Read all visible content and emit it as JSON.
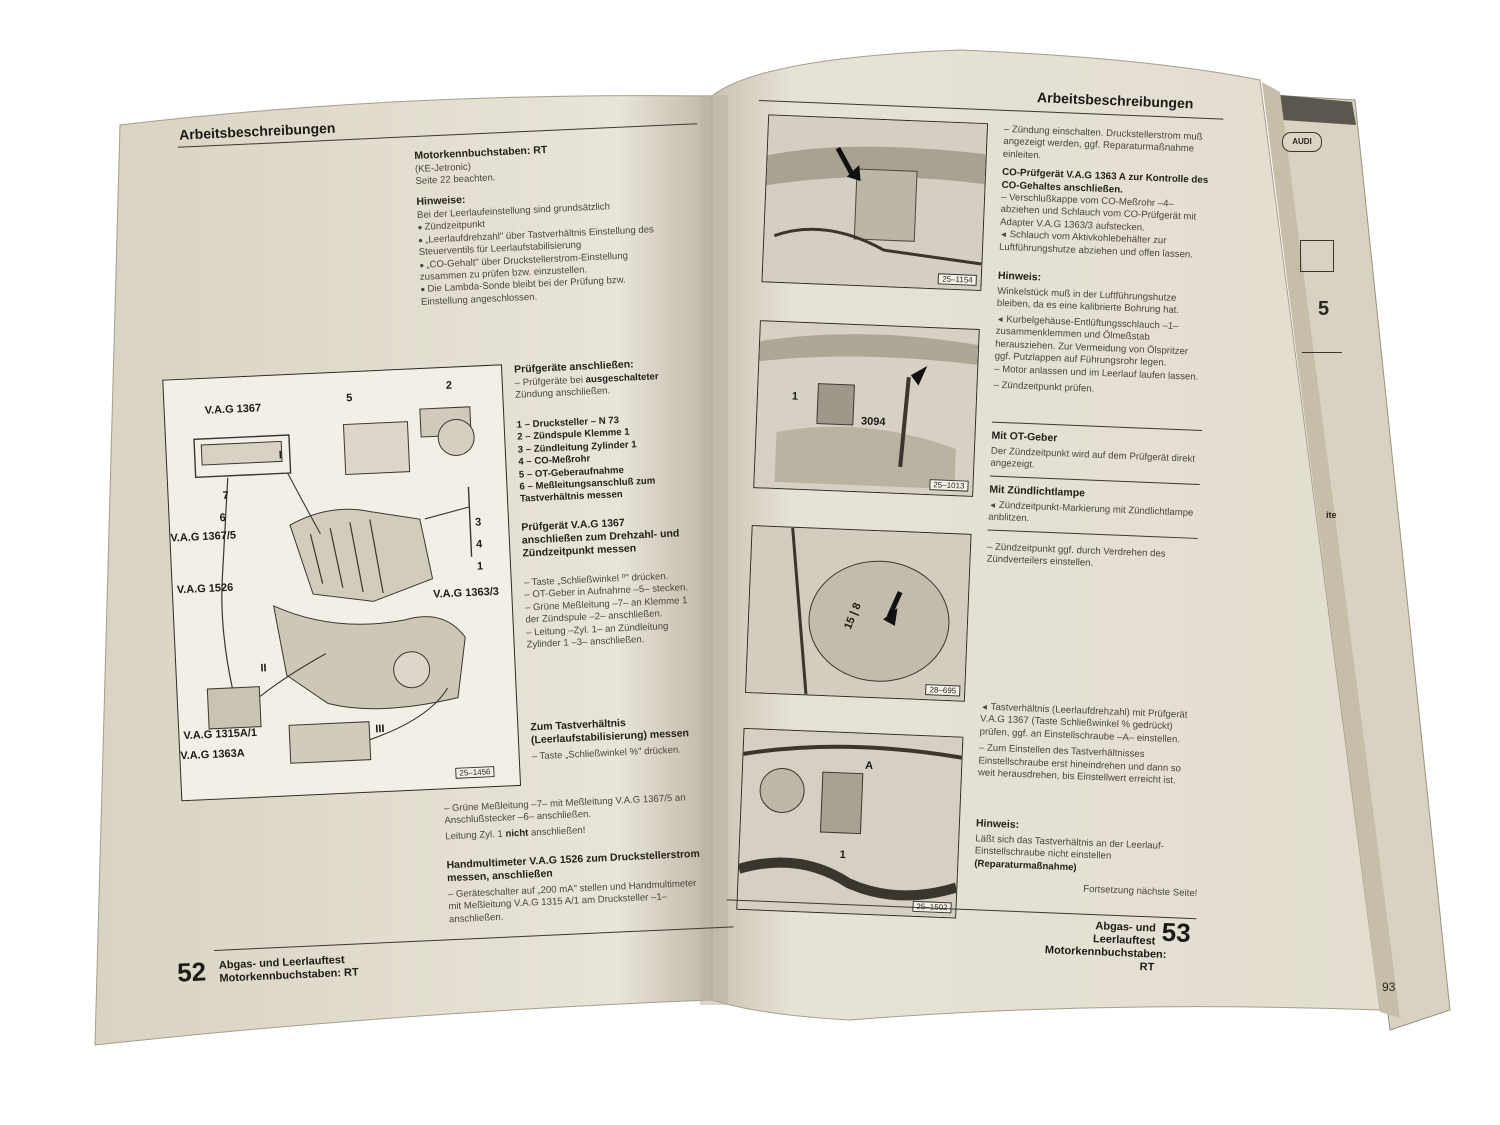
{
  "left_page": {
    "heading": "Arbeitsbeschreibungen",
    "engine_code_title": "Motorkennbuchstaben: RT",
    "engine_code_sub1": "(KE-Jetronic)",
    "engine_code_sub2": "Seite 22 beachten.",
    "hint_title": "Hinweise:",
    "hint_intro": "Bei der Leerlaufeinstellung sind grundsätzlich",
    "hint_bullets": [
      "Zündzeitpunkt",
      "„Leerlaufdrehzahl\" über Tastverhältnis Einstellung des Steuerventils für Leerlaufstabilisierung",
      "„CO-Gehalt\" über Druckstellerstrom-Einstellung"
    ],
    "hint_outro": "zusammen zu prüfen bzw. einzustellen.",
    "hint_last": "Die Lambda-Sonde bleibt bei der Prüfung bzw. Einstellung angeschlossen.",
    "connect_title": "Prüfgeräte anschließen:",
    "connect_dash": "Prüfgeräte bei",
    "connect_bold": "ausgeschalteter",
    "connect_rest": "Zündung anschließen.",
    "legend": [
      {
        "n": "1",
        "t": "Drucksteller – N 73"
      },
      {
        "n": "2",
        "t": "Zündspule Klemme 1"
      },
      {
        "n": "3",
        "t": "Zündleitung Zylinder 1"
      },
      {
        "n": "4",
        "t": "CO-Meßrohr"
      },
      {
        "n": "5",
        "t": "OT-Geberaufnahme"
      },
      {
        "n": "6",
        "t": "Meßleitungsanschluß zum Tastverhältnis messen"
      }
    ],
    "vag1367_title": "Prüfgerät V.A.G 1367 anschließen zum Drehzahl- und Zündzeitpunkt messen",
    "vag1367_steps": [
      "Taste „Schließwinkel ⁰\" drücken.",
      "OT-Geber in Aufnahme –5– stecken.",
      "Grüne Meßleitung –7– an Klemme 1 der Zündspule –2– anschließen.",
      "Leitung –Zyl. 1– an Zündleitung Zylinder 1 –3– anschließen."
    ],
    "duty_title": "Zum Tastverhältnis (Leerlaufstabilisierung) messen",
    "duty_step": "Taste „Schließwinkel %\" drücken.",
    "green_step": "Grüne Meßleitung –7– mit Meßleitung V.A.G 1367/5 an Anschlußstecker –6– anschließen.",
    "cyl_pre": "Leitung Zyl. 1",
    "cyl_bold": "nicht",
    "cyl_post": "anschließen!",
    "multi_title": "Handmultimeter V.A.G 1526 zum Druckstellerstrom messen, anschließen",
    "multi_step": "Geräteschalter auf „200 mA\" stellen und Handmultimeter mit Meßleitung V.A.G 1315 A/1 am Drucksteller –1– anschließen.",
    "figure": {
      "ref": "25–1456",
      "labels": {
        "vag1367": "V.A.G 1367",
        "vag13675": "V.A.G 1367/5",
        "vag1526": "V.A.G 1526",
        "vag13633": "V.A.G 1363/3",
        "vag1315": "V.A.G 1315A/1",
        "vag1363a": "V.A.G 1363A",
        "n1": "1",
        "n2": "2",
        "n3": "3",
        "n4": "4",
        "n5": "5",
        "n6": "6",
        "n7": "7",
        "r1": "I",
        "r2": "II",
        "r3": "III"
      }
    },
    "page_number": "52",
    "footer_line1": "Abgas- und Leerlauftest",
    "footer_line2": "Motorkennbuchstaben: RT"
  },
  "right_page": {
    "heading": "Arbeitsbeschreibungen",
    "ignition_step": "Zündung einschalten. Druckstellerstrom muß angezeigt werden, ggf. Reparaturmaßnahme einleiten.",
    "co_title": "CO-Prüfgerät V.A.G 1363 A zur Kontrolle des CO-Gehaltes anschließen.",
    "co_step1": "Verschlußkappe vom CO-Meßrohr –4– abziehen und Schlauch vom CO-Prüfgerät mit Adapter V.A.G 1363/3 aufstecken.",
    "co_step2": "Schlauch vom Aktivkohlebehälter zur Luftführungshutze abziehen und offen lassen.",
    "hint_title": "Hinweis:",
    "hint_text": "Winkelstück muß in der Luftführungshutze bleiben, da es eine kalibrierte Bohrung hat.",
    "crank_step": "Kurbelgehäuse-Entlüftungsschlauch –1– zusammenklemmen und Ölmeßstab herausziehen. Zur Vermeidung von Ölspritzer ggf. Putzlappen auf Führungsrohr legen.",
    "motor_step": "Motor anlassen und im Leerlauf laufen lassen.",
    "check_step": "Zündzeitpunkt prüfen.",
    "ot_title": "Mit OT-Geber",
    "ot_text": "Der Zündzeitpunkt wird auf dem Prüfgerät direkt angezeigt.",
    "lamp_title": "Mit Zündlichtlampe",
    "lamp_step": "Zündzeitpunkt-Markierung mit Zündlichtlampe anblitzen.",
    "adjust_step": "Zündzeitpunkt ggf. durch Verdrehen des Zündverteilers einstellen.",
    "duty_step1": "Tastverhältnis (Leerlaufdrehzahl) mit Prüfgerät V.A.G 1367 (Taste Schließwinkel % gedrückt) prüfen, ggf. an Einstellschraube –A– einstellen.",
    "duty_step2": "Zum Einstellen des Tastverhältnisses Einstellschraube erst hineindrehen und dann so weit herausdrehen, bis Einstellwert erreicht ist.",
    "hint2_title": "Hinweis:",
    "hint2_pre": "Läßt sich das Tastverhältnis an der Leerlauf-Einstellschraube nicht einstellen",
    "hint2_bold": "(Reparaturmaßnahme)",
    "continue_text": "Fortsetzung nächste Seite!",
    "figures": [
      {
        "ref": "25–1154"
      },
      {
        "ref": "25–1013",
        "label_1": "1",
        "label_tool": "3094"
      },
      {
        "ref": "28–695",
        "label_mark": "15 | 8"
      },
      {
        "ref": "25–1502",
        "label_a": "A",
        "label_1": "1"
      }
    ],
    "page_number": "53",
    "footer_line1": "Abgas- und Leerlauftest",
    "footer_line2": "Motorkennbuchstaben: RT"
  },
  "edge": {
    "logo": "AUDI",
    "tab_number": "5",
    "tab_text": "ite",
    "corner_number": "93"
  }
}
